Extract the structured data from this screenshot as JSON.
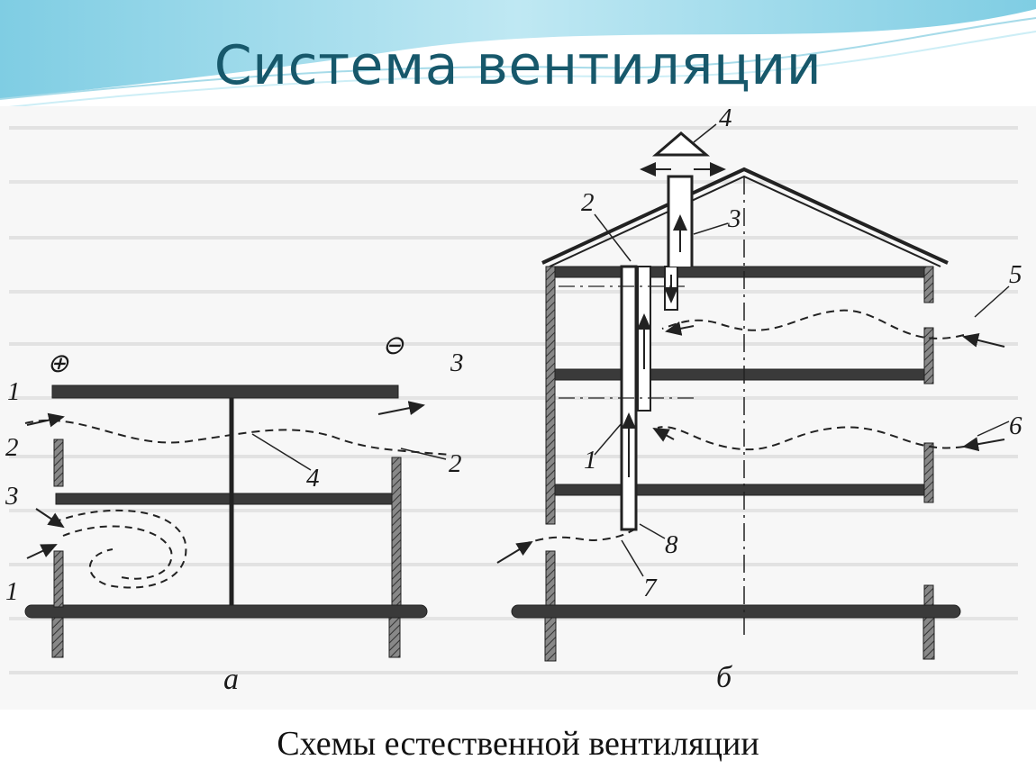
{
  "title": "Система вентиляции",
  "caption": "Схемы естественной вентиляции",
  "diagram_a": {
    "sublabel": "а",
    "plus_sign": "⊕",
    "minus_sign": "⊖",
    "labels": [
      "1",
      "2",
      "3",
      "1",
      "3",
      "4",
      "2"
    ]
  },
  "diagram_b": {
    "sublabel": "б",
    "labels": [
      "4",
      "2",
      "3",
      "5",
      "6",
      "1",
      "8",
      "7"
    ]
  },
  "colors": {
    "title": "#17586b",
    "structure": "#333333",
    "paper": "#ffffff",
    "header_wave": "#8fd3e6"
  }
}
